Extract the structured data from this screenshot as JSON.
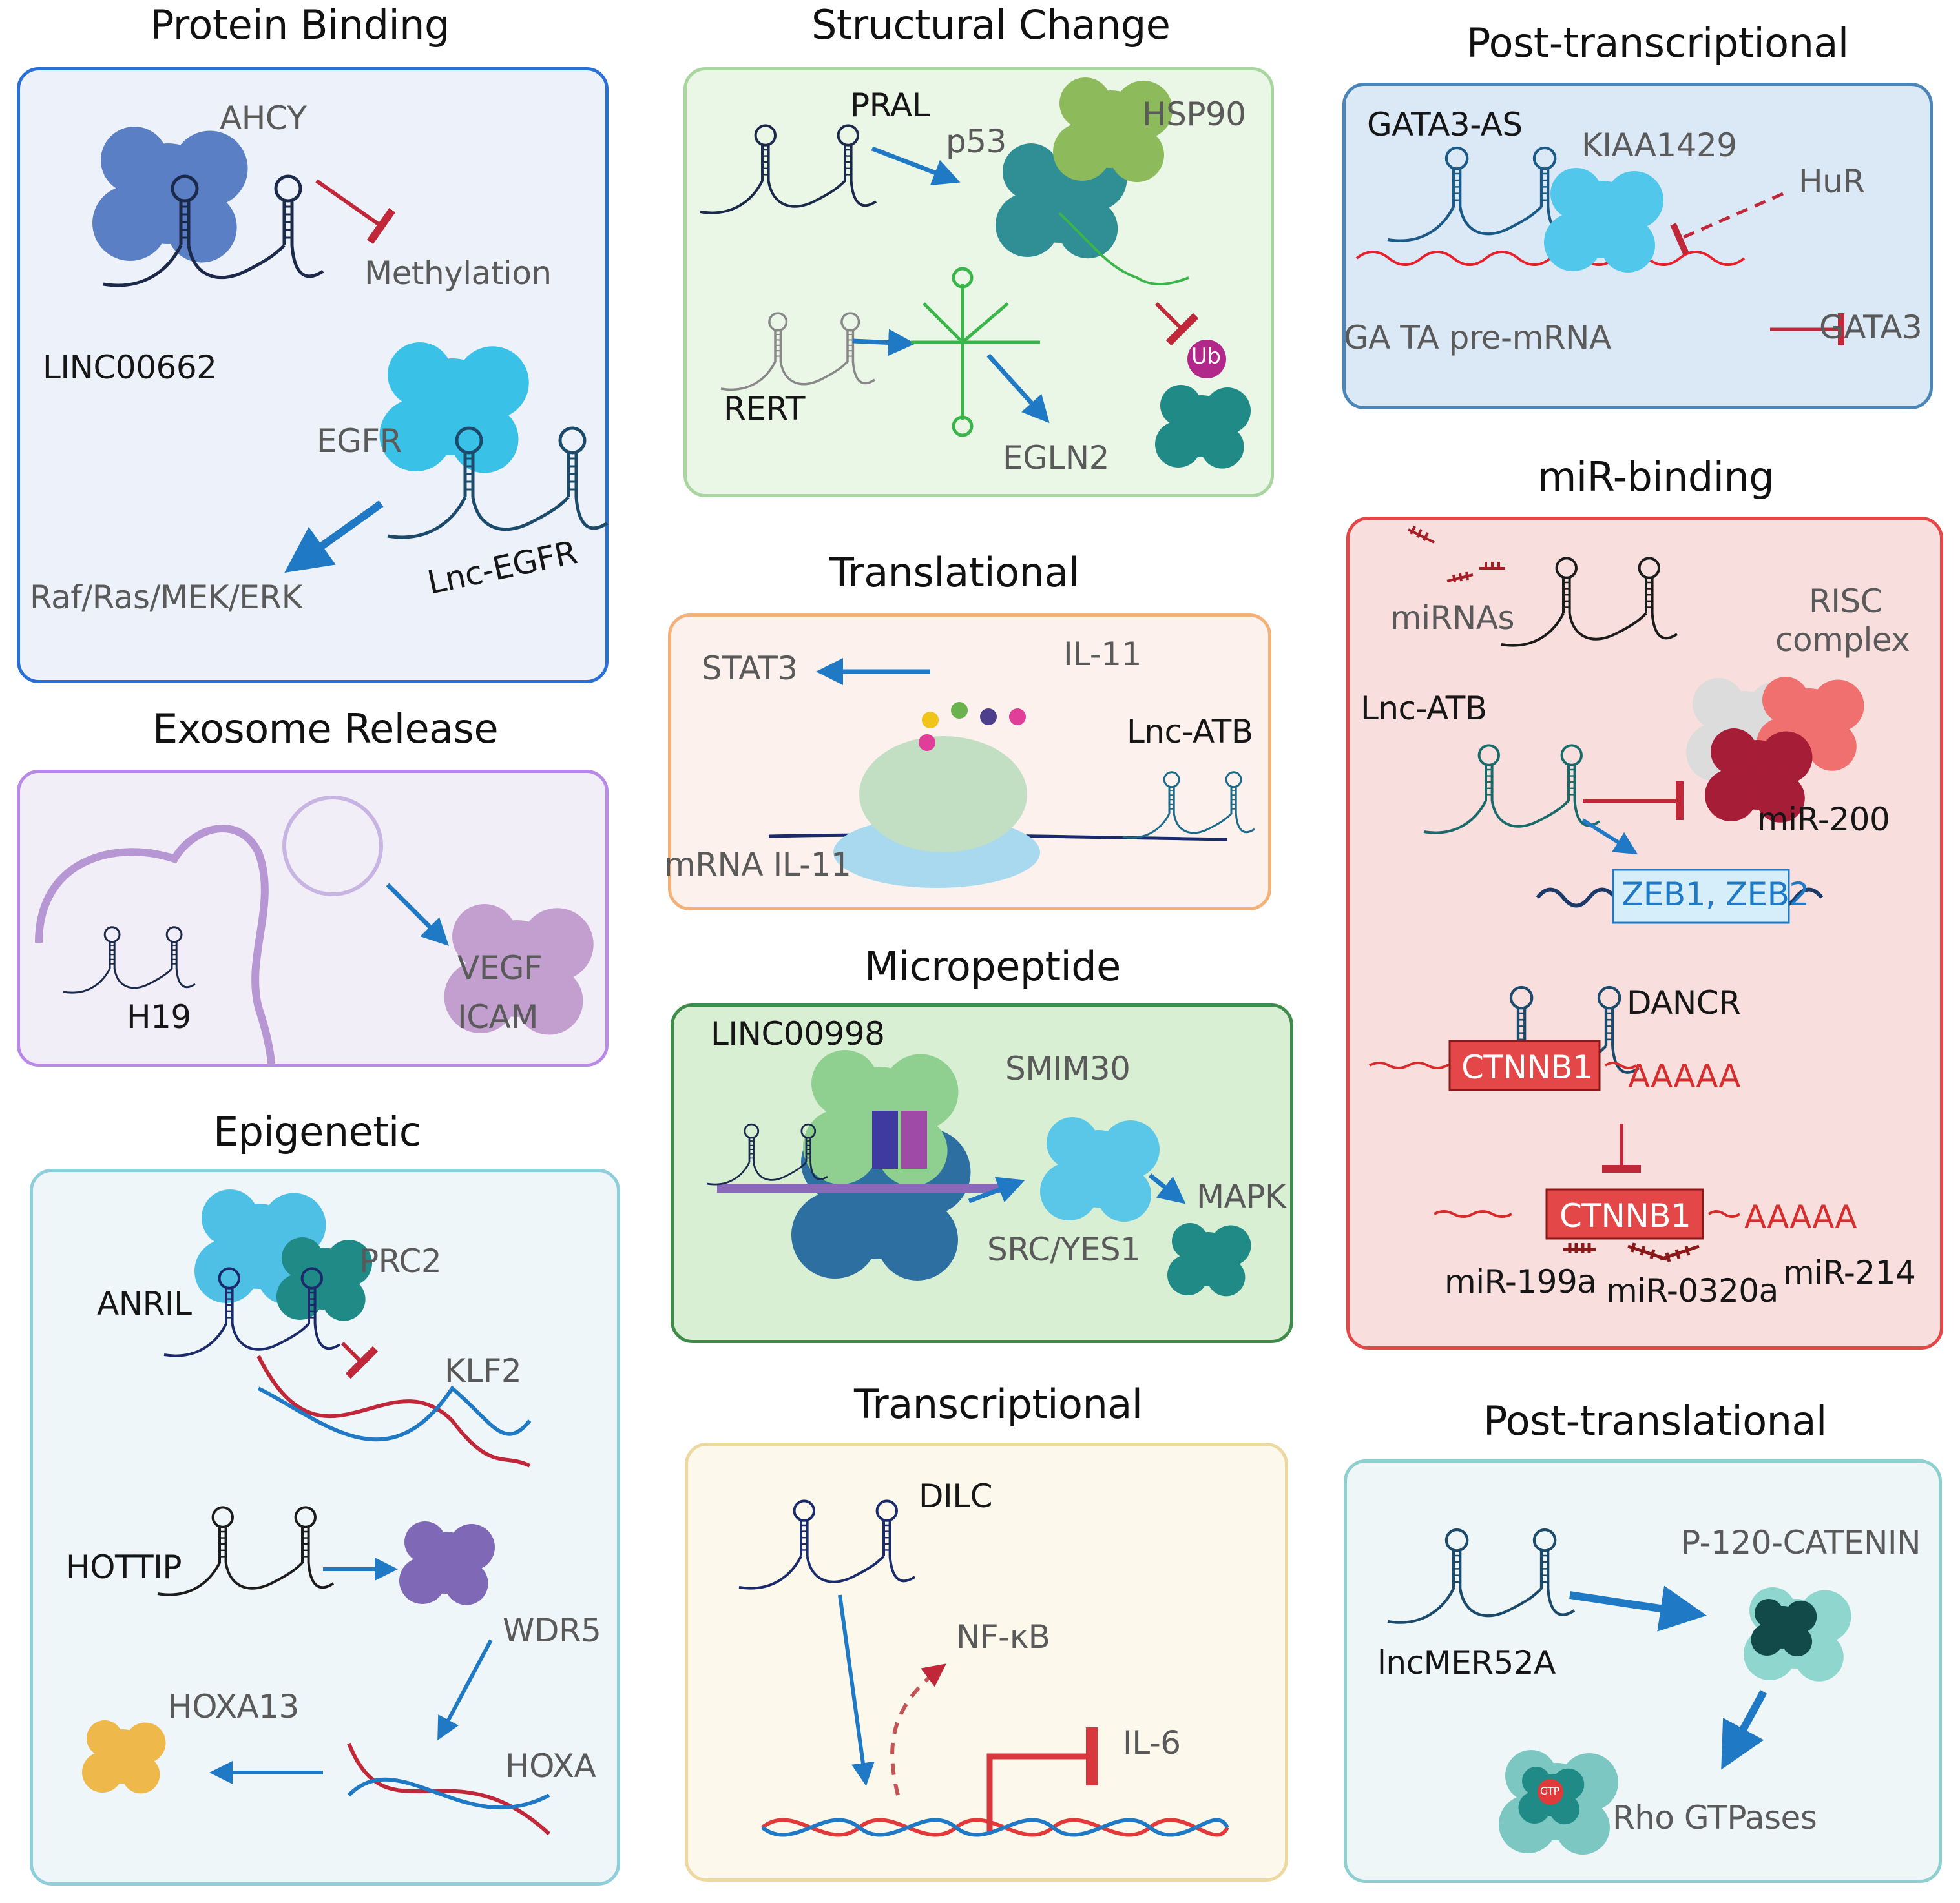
{
  "headings": {
    "protein_binding": "Protein Binding",
    "structural_change": "Structural Change",
    "post_transcriptional": "Post-transcriptional",
    "exosome_release": "Exosome Release",
    "translational": "Translational",
    "mir_binding": "miR-binding",
    "micropeptide": "Micropeptide",
    "epigenetic": "Epigenetic",
    "transcriptional": "Transcriptional",
    "post_translational": "Post-translational"
  },
  "protein_binding": {
    "ahcy": "AHCY",
    "methylation": "Methylation",
    "linc00662": "LINC00662",
    "egfr": "EGFR",
    "lnc_egfr": "Lnc-EGFR",
    "pathway": "Raf/Ras/MEK/ERK"
  },
  "structural_change": {
    "pral": "PRAL",
    "p53": "p53",
    "hsp90": "HSP90",
    "rert": "RERT",
    "egln2": "EGLN2",
    "ub": "Ub"
  },
  "post_transcriptional": {
    "gata3_as": "GATA3-AS",
    "kiaa1429": "KIAA1429",
    "hur": "HuR",
    "pre_mrna": "GA TA pre-mRNA",
    "gata3": "GATA3"
  },
  "exosome_release": {
    "h19": "H19",
    "vegf": "VEGF",
    "icam": "ICAM"
  },
  "translational": {
    "stat3": "STAT3",
    "il11": "IL-11",
    "lnc_atb": "Lnc-ATB",
    "mrna": "mRNA IL-11"
  },
  "mir_binding": {
    "mirnas": "miRNAs",
    "risc_line1": "RISC",
    "risc_line2": "complex",
    "lnc_atb": "Lnc-ATB",
    "mir200": "miR-200",
    "zeb": "ZEB1, ZEB2",
    "dancr": "DANCR",
    "ctnnb1_top": "CTNNB1",
    "polya_top": "AAAAA",
    "ctnnb1_bottom": "CTNNB1",
    "polya_bottom": "AAAAA",
    "mir199a": "miR-199a",
    "mir0320a": "miR-0320a",
    "mir214": "miR-214"
  },
  "micropeptide": {
    "linc00998": "LINC00998",
    "smim30": "SMIM30",
    "src_yes1": "SRC/YES1",
    "mapk": "MAPK"
  },
  "epigenetic": {
    "anril": "ANRIL",
    "prc2": "PRC2",
    "klf2": "KLF2",
    "hottip": "HOTTIP",
    "wdr5": "WDR5",
    "hoxa13": "HOXA13",
    "hoxa": "HOXA"
  },
  "transcriptional": {
    "dilc": "DILC",
    "nfkb": "NF-κB",
    "il6": "IL-6"
  },
  "post_translational": {
    "lncmer52a": "lncMER52A",
    "p120": "P-120-CATENIN",
    "rho": "Rho GTPases",
    "gtp": "GTP"
  },
  "colors": {
    "protein_binding": "#2a6fd6",
    "structural_change": "#a9d6a0",
    "post_transcriptional": "#4c86b8",
    "exosome_release": "#b889e6",
    "translational": "#f2b27a",
    "mir_binding": "#e44747",
    "micropeptide": "#3f8c4a",
    "epigenetic": "#8fcfdc",
    "transcriptional": "#ecd8a0",
    "post_translational": "#8fcfcf",
    "arrow_blue": "#1f79c4",
    "inhibit_red": "#c0283a"
  }
}
